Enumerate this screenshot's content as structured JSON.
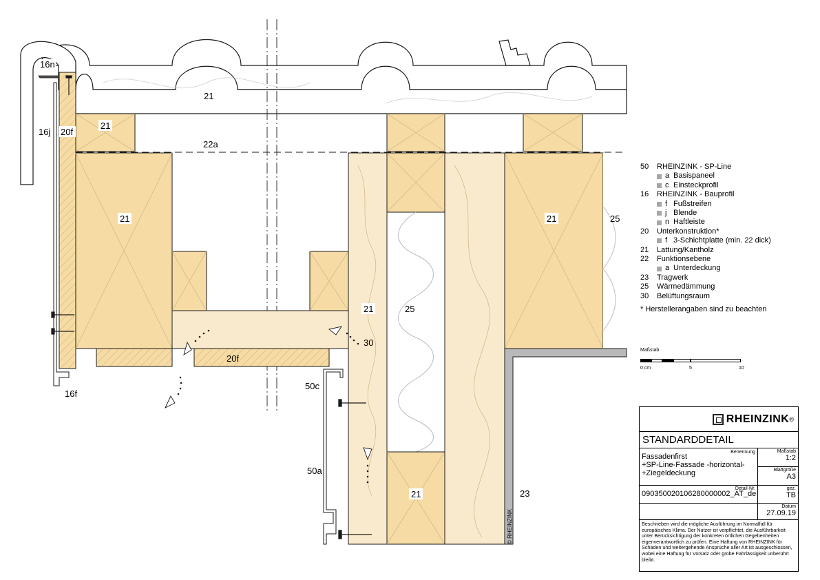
{
  "labels": {
    "l16n": "16n",
    "l16j": "16j",
    "l20f_left": "20f",
    "l21_roof": "21",
    "l21_batten": "21",
    "l22a": "22a",
    "l21_rafter_left": "21",
    "l21_rafter_right": "21",
    "l25_right": "25",
    "l21_stud": "21",
    "l25_mid": "25",
    "l30": "30",
    "l20f_bottom": "20f",
    "l16f": "16f",
    "l50c": "50c",
    "l50a": "50a",
    "l21_lower": "21",
    "l23": "23",
    "copyright": "© RHEINZINK"
  },
  "legend": [
    {
      "code": "50",
      "text": "RHEINZINK - SP-Line",
      "sub": [
        {
          "code": "a",
          "text": "Basispaneel"
        },
        {
          "code": "c",
          "text": "Einsteckprofil"
        }
      ]
    },
    {
      "code": "16",
      "text": "RHEINZINK - Bauprofil",
      "sub": [
        {
          "code": "f",
          "text": "Fußstreifen"
        },
        {
          "code": "j",
          "text": "Blende"
        },
        {
          "code": "n",
          "text": "Haftleiste"
        }
      ]
    },
    {
      "code": "20",
      "text": "Unterkonstruktion*",
      "sub": [
        {
          "code": "f",
          "text": "3-Schichtplatte (min. 22 dick)"
        }
      ]
    },
    {
      "code": "21",
      "text": "Lattung/Kantholz",
      "sub": []
    },
    {
      "code": "22",
      "text": "Funktionsebene",
      "sub": [
        {
          "code": "a",
          "text": "Unterdeckung"
        }
      ]
    },
    {
      "code": "23",
      "text": "Tragwerk",
      "sub": []
    },
    {
      "code": "25",
      "text": "Wärmedämmung",
      "sub": []
    },
    {
      "code": "30",
      "text": "Belüftungsraum",
      "sub": []
    }
  ],
  "legend_note": "* Herstellerangaben sind zu beachten",
  "scale_bar": {
    "title": "Maßstab",
    "tick_start": "0 cm",
    "tick_mid": "5",
    "tick_end": "10"
  },
  "title_block": {
    "brand": "RHEINZINK",
    "brand_mark": "®",
    "heading": "STANDARDDETAIL",
    "benennung_label": "Benennung",
    "benennung_line1": "Fassadenfirst",
    "benennung_line2": "+SP-Line-Fassade -horizontal-",
    "benennung_line3": "+Ziegeldeckung",
    "massstab_label": "Maßstab",
    "massstab_value": "1:2",
    "blatt_label": "Blattgröße",
    "blatt_value": "A3",
    "detailnr_label": "Detail-Nr.",
    "detailnr_value": "090350020106280000002_AT_de",
    "gez_label": "gez.",
    "gez_value": "TB",
    "datum_label": "Datum",
    "datum_value": "27.09.19",
    "disclaimer": "Beschrieben wird die mögliche Ausführung im Normalfall für europäisches Klima. Der Nutzer ist verpflichtet, die Ausführbarkeit unter Berücksichtigung der konkreten örtlichen Gegebenheiten eigenverantwortlich zu prüfen. Eine Haftung von RHEINZINK für Schäden und weitergehende Ansprüche aller Art ist ausgeschlossen, wobei eine Haftung für Vorsatz oder grobe Fahrlässigkeit unberührt bleibt."
  },
  "colors": {
    "timber": "#f6dca4",
    "timber_light": "#faeacd",
    "insulation": "#ffffff",
    "steel": "#b9b9b9",
    "line": "#1a1a1a",
    "grain": "#d2b98a"
  }
}
